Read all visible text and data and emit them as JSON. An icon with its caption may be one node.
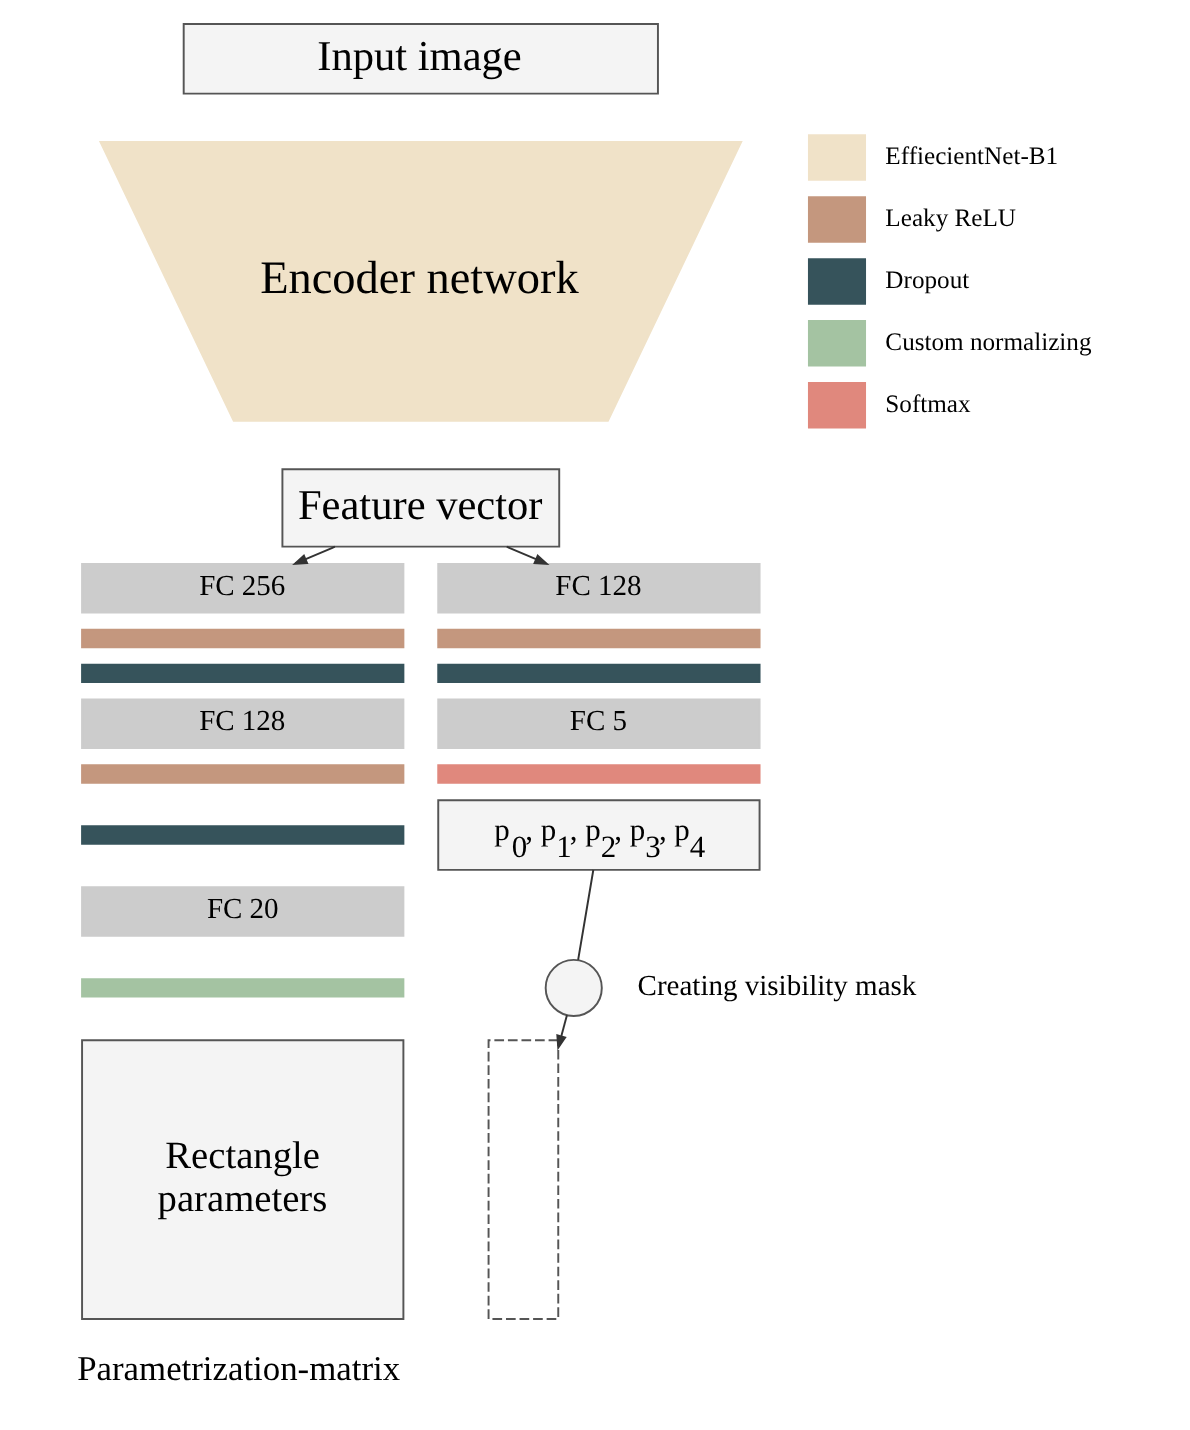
{
  "diagram": {
    "nodes": [
      {
        "text": [
          "Input image"
        ]
      },
      {
        "text": [
          "Encoder network"
        ]
      },
      {
        "text": [
          "Feature vector"
        ]
      },
      {
        "text": [
          "FC 256"
        ]
      },
      {
        "text": [],
        "shape": "bar"
      },
      {
        "text": [],
        "shape": "bar"
      },
      {
        "text": [
          "FC 128"
        ]
      },
      {
        "text": [],
        "shape": "bar"
      },
      {
        "text": [],
        "shape": "bar"
      },
      {
        "text": [
          "FC 20"
        ]
      },
      {
        "text": [],
        "shape": "bar"
      },
      {
        "text": [
          "FC 128"
        ]
      },
      {
        "text": [],
        "shape": "bar"
      },
      {
        "text": [],
        "shape": "bar"
      },
      {
        "text": [
          "FC 5"
        ]
      },
      {
        "text": [],
        "shape": "bar"
      },
      {
        "text": [
          "p$_{0}$, p$_{1}$, p$_{2}$, p$_{3}$, p$_{4}$"
        ]
      },
      {
        "text": [],
        "shape": "circle",
        "beside": [
          "Creating visibility mask"
        ]
      },
      {
        "text": [
          "Rectangle parameters"
        ]
      },
      {
        "text": [],
        "shape": "box"
      }
    ],
    "edges": [
      {
        "from": 2,
        "to": 3,
        "arrow": "to"
      },
      {
        "from": 2,
        "to": 11,
        "arrow": "to"
      },
      {
        "from": 16,
        "to": 17,
        "arrow": "none"
      },
      {
        "from": 17,
        "to": 19,
        "arrow": "to"
      }
    ],
    "labels": [
      "Parametrization-matrix"
    ],
    "legend": [
      {
        "text": "EffiecientNet-B1",
        "color": "#f0e2c8"
      },
      {
        "text": "Leaky ReLU",
        "color": "#c4977e"
      },
      {
        "text": "Dropout",
        "color": "#36535b"
      },
      {
        "text": "Custom normalizing",
        "color": "#a4c3a2"
      },
      {
        "text": "Softmax",
        "color": "#e0887d"
      }
    ]
  }
}
